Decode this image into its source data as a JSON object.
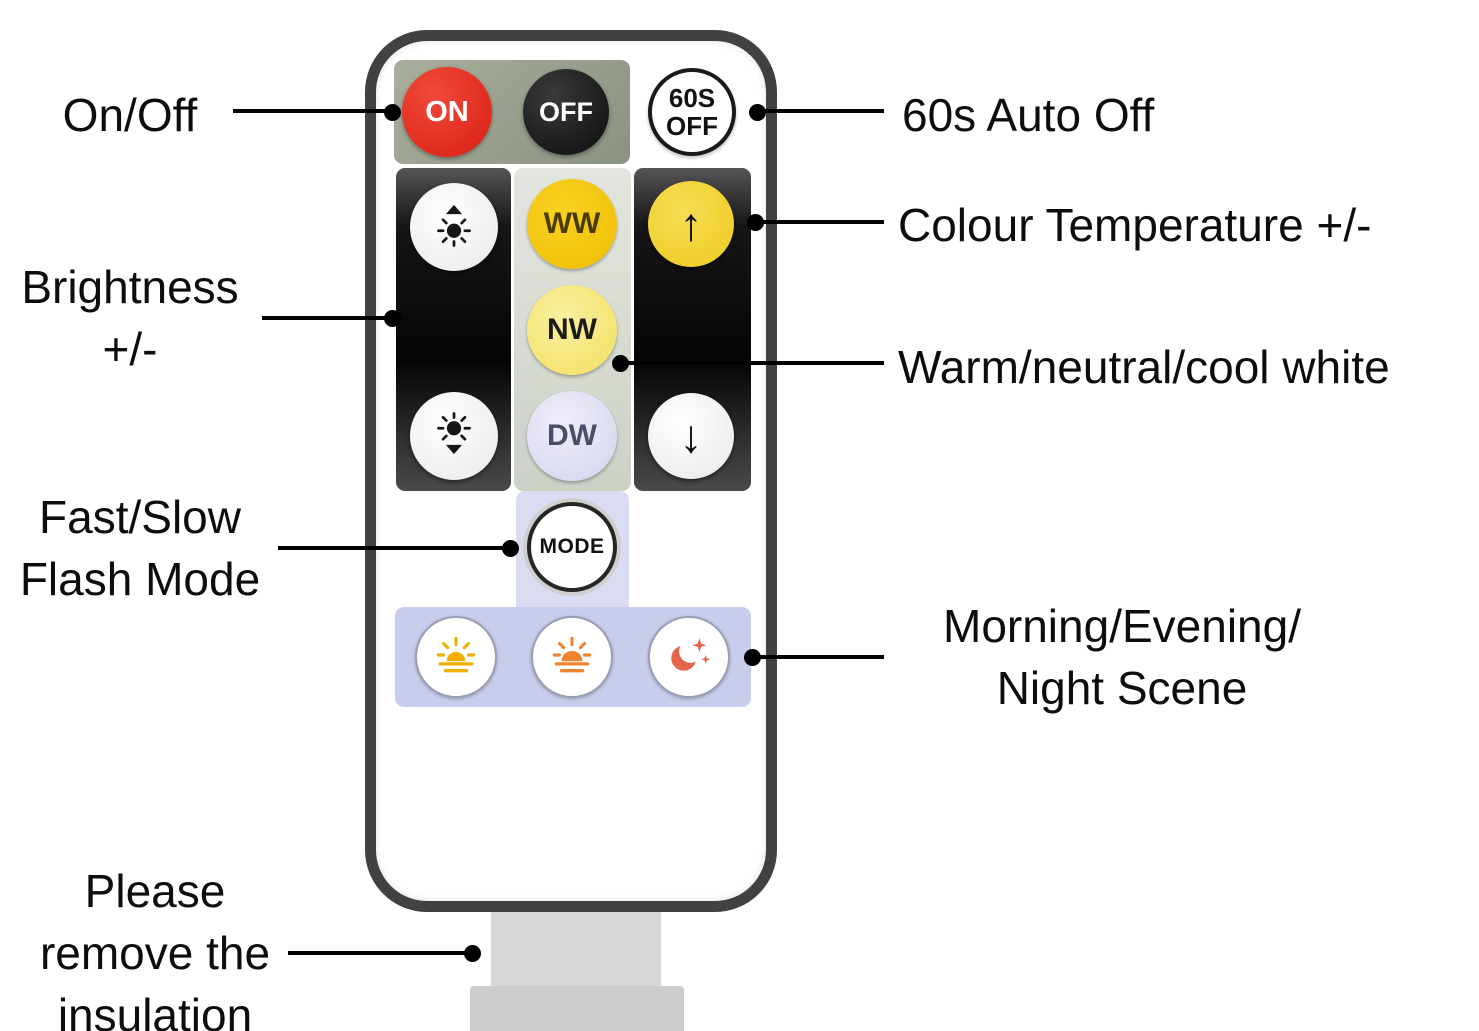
{
  "remote": {
    "on": "ON",
    "off": "OFF",
    "auto_off_1": "60S",
    "auto_off_2": "OFF",
    "ww": "WW",
    "nw": "NW",
    "dw": "DW",
    "mode": "MODE",
    "up": "↑",
    "down": "↓"
  },
  "labels": {
    "on_off": "On/Off",
    "auto_off": "60s Auto Off",
    "brightness_1": "Brightness",
    "brightness_2": "+/-",
    "colour_temp": "Colour Temperature +/-",
    "white_modes": "Warm/neutral/cool white",
    "flash_1": "Fast/Slow",
    "flash_2": "Flash Mode",
    "scene_1": "Morning/Evening/",
    "scene_2": "Night Scene",
    "insulation_1": "Please",
    "insulation_2": "remove the",
    "insulation_3": "insulation"
  },
  "icons": {
    "brightness_up": "sun-brightness-up-icon",
    "brightness_down": "sun-brightness-down-icon",
    "morning": "sunrise-icon",
    "evening": "sunset-icon",
    "night": "moon-stars-icon"
  },
  "colors": {
    "on_button": "#e62b1e",
    "off_button": "#121212",
    "ww_button": "#f2c204",
    "nw_button": "#f6e56e",
    "dw_button": "#dcdcf1",
    "temp_up_button": "#f2d233",
    "dark_panel": "#181818",
    "olive_panel": "#99a18d",
    "lavender_panel": "#c8cdeb",
    "shell_border": "#414141",
    "annotation": "#000000"
  }
}
